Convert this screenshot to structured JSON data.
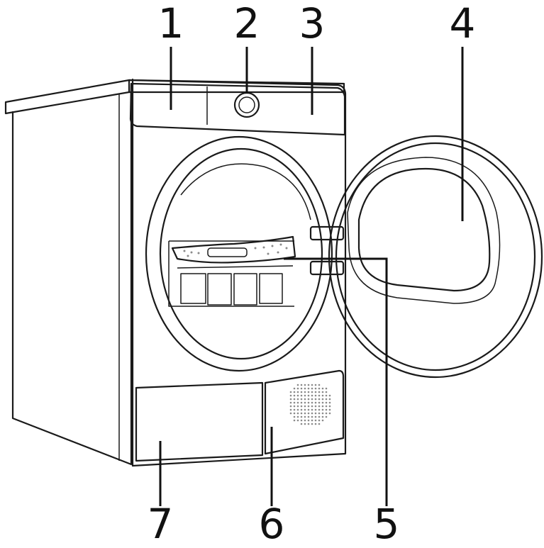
{
  "labels": [
    {
      "id": "1",
      "text": "1"
    },
    {
      "id": "2",
      "text": "2"
    },
    {
      "id": "3",
      "text": "3"
    },
    {
      "id": "4",
      "text": "4"
    },
    {
      "id": "5",
      "text": "5"
    },
    {
      "id": "6",
      "text": "6"
    },
    {
      "id": "7",
      "text": "7"
    }
  ],
  "colors": {
    "line": "#1a1a1a",
    "background": "#ffffff",
    "grille_dot": "#8a8a8a"
  }
}
